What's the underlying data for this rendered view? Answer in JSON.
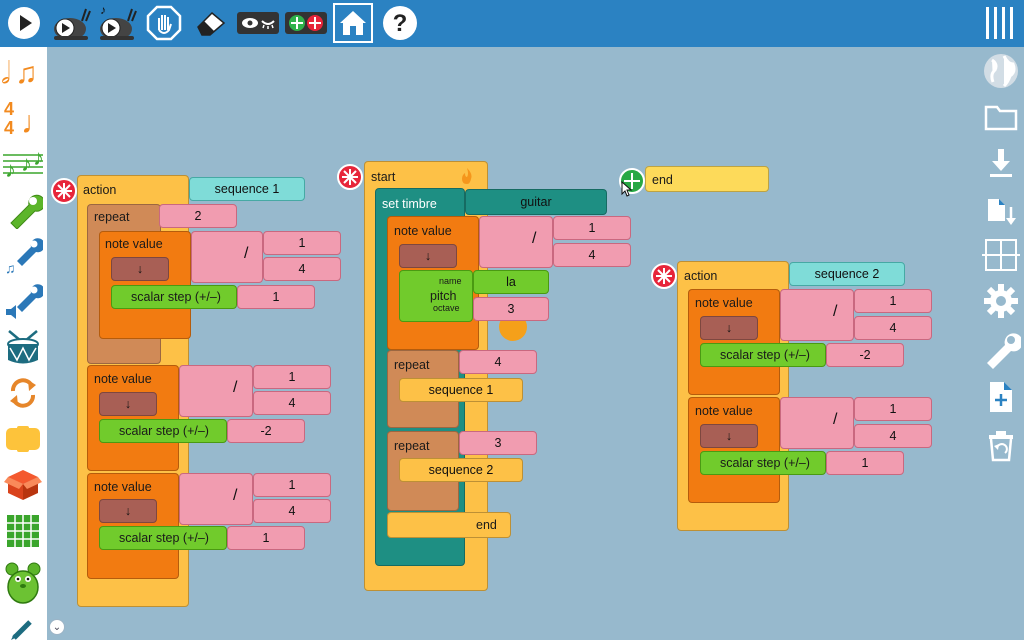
{
  "toolbar": {
    "icons": [
      "play-icon",
      "play-slow-icon",
      "play-step-icon",
      "stop-hand-icon",
      "eraser-icon",
      "hide-blocks-icon",
      "collapse-blocks-icon",
      "home-icon",
      "help-icon",
      "menu-icon"
    ]
  },
  "palette": {
    "items": [
      "rhythm-notes",
      "meter",
      "pitch-staff",
      "tone-wrench",
      "voice-wrench",
      "volume-wrench",
      "drum",
      "flow-arrows",
      "action-box",
      "box-3d",
      "widgets-grid",
      "mouse-turtle",
      "pen"
    ]
  },
  "sidebar": {
    "items": [
      "globe",
      "open-folder",
      "save",
      "export",
      "grid",
      "settings",
      "wrench",
      "new-file",
      "restore-trash"
    ]
  },
  "blocks": {
    "action1": {
      "label": "action",
      "name": "sequence 1",
      "repeat_label": "repeat",
      "repeat_value": "2",
      "note1": {
        "label": "note value",
        "num": "1",
        "den": "4",
        "scalar_label": "scalar step (+/–)",
        "scalar_value": "1",
        "arrow": "↓",
        "slash": "/"
      },
      "note2": {
        "label": "note value",
        "num": "1",
        "den": "4",
        "scalar_label": "scalar step (+/–)",
        "scalar_value": "-2",
        "arrow": "↓",
        "slash": "/"
      },
      "note3": {
        "label": "note value",
        "num": "1",
        "den": "4",
        "scalar_label": "scalar step (+/–)",
        "scalar_value": "1",
        "arrow": "↓",
        "slash": "/"
      }
    },
    "start": {
      "label": "start",
      "timbre_label": "set timbre",
      "timbre_value": "guitar",
      "note": {
        "label": "note value",
        "num": "1",
        "den": "4",
        "arrow": "↓",
        "slash": "/"
      },
      "pitch": {
        "label": "pitch",
        "name_label": "name",
        "octave_label": "octave",
        "name_value": "la",
        "octave_value": "3"
      },
      "repeat1": {
        "label": "repeat",
        "value": "4",
        "seq": "sequence 1"
      },
      "repeat2": {
        "label": "repeat",
        "value": "3",
        "seq": "sequence 2"
      },
      "end_label": "end"
    },
    "end_block": {
      "label": "end"
    },
    "action2": {
      "label": "action",
      "name": "sequence 2",
      "note1": {
        "label": "note value",
        "num": "1",
        "den": "4",
        "scalar_label": "scalar step (+/–)",
        "scalar_value": "-2",
        "arrow": "↓",
        "slash": "/"
      },
      "note2": {
        "label": "note value",
        "num": "1",
        "den": "4",
        "scalar_label": "scalar step (+/–)",
        "scalar_value": "1",
        "arrow": "↓",
        "slash": "/"
      }
    }
  },
  "colors": {
    "toolbar": "#2b82c2",
    "canvas": "#97b9cd",
    "action": "#fdc147",
    "note": "#f27b11",
    "number": "#f19cb0",
    "scalar": "#71cb2c",
    "timbre": "#1e8f83"
  }
}
